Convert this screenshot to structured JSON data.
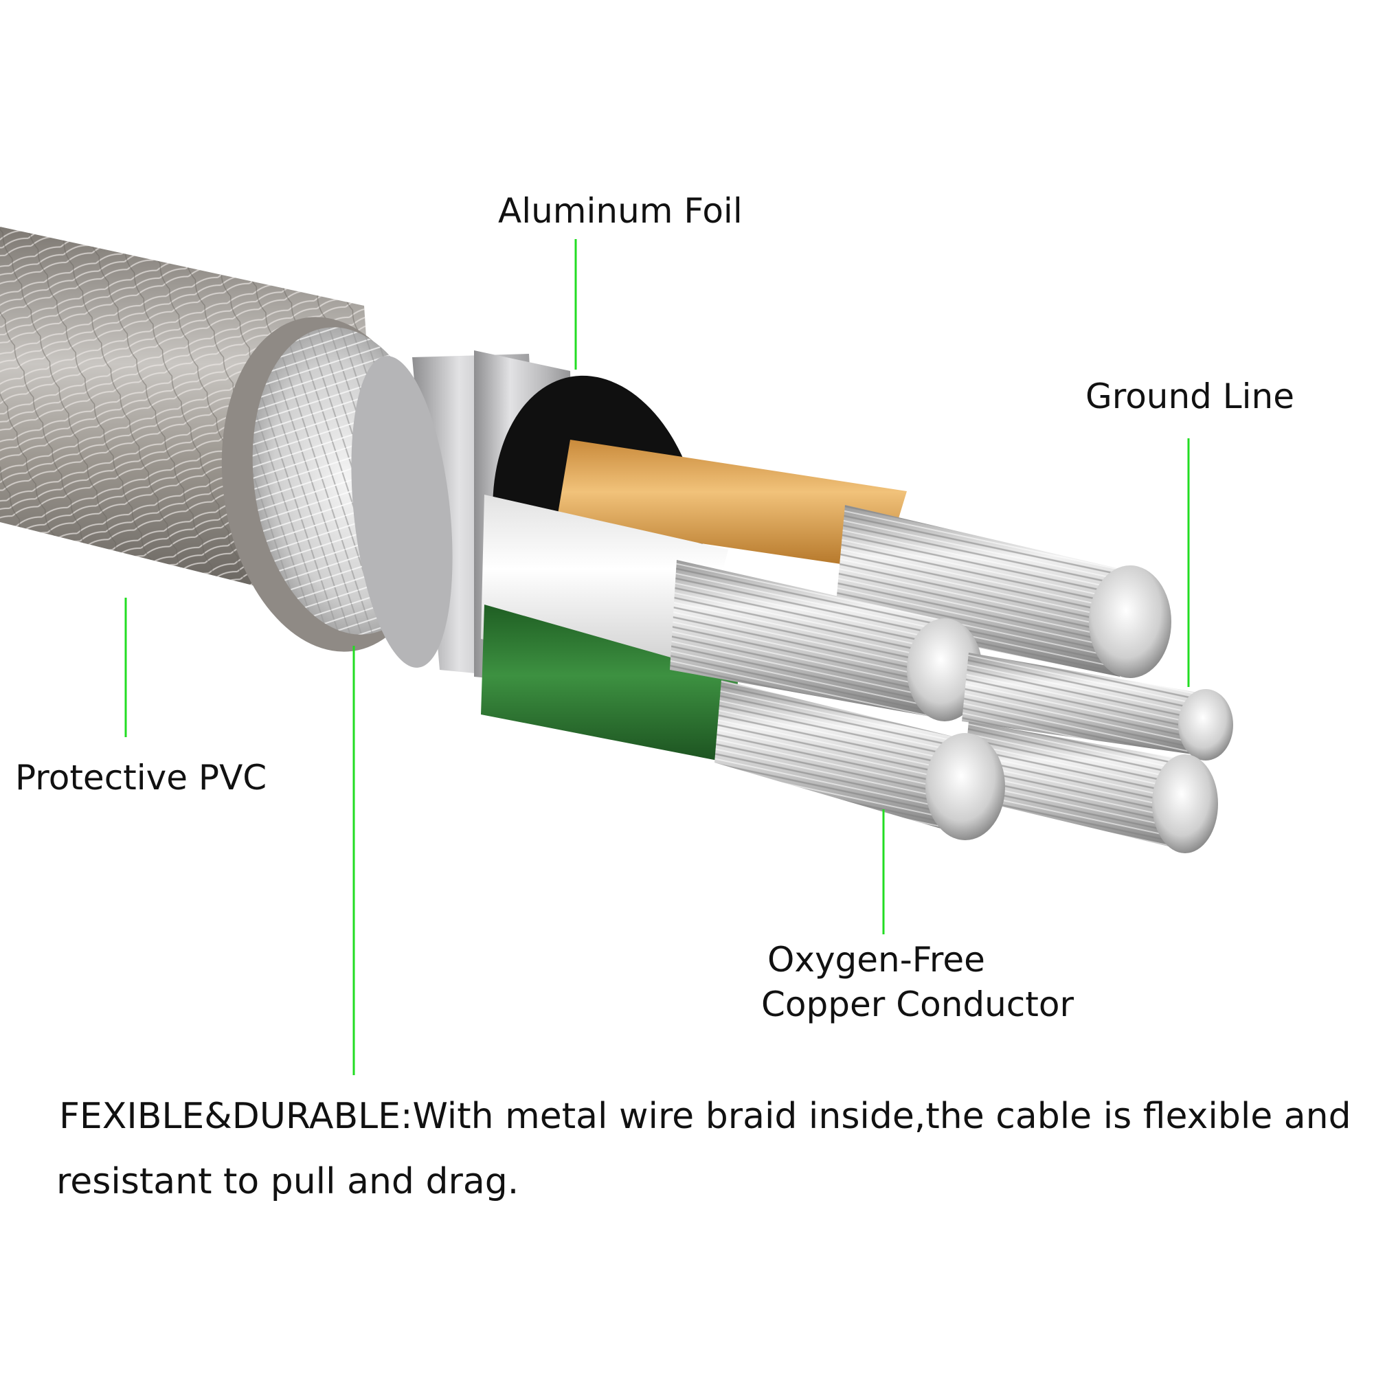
{
  "callouts": {
    "aluminum_foil": "Aluminum Foil",
    "ground_line": "Ground Line",
    "protective_pvc": "Protective PVC",
    "copper_line_1": "Oxygen-Free",
    "copper_line_2": "Copper Conductor"
  },
  "caption": {
    "line_1": "FEXIBLE&DURABLE:With metal wire braid inside,the cable is flexible and",
    "line_2": "resistant to pull and drag."
  },
  "colors": {
    "leader_line": "#22dd22",
    "pvc_jacket": "#8c8782",
    "aluminum_foil": "#b9b9bb",
    "orange_insulation": "#e0a04a",
    "white_insulation": "#f0f0f0",
    "green_insulation": "#2f7d32",
    "conductor": "#d8d8d8",
    "text": "#111111"
  },
  "icons": {
    "illustration": "cable-cross-section-illustration"
  }
}
